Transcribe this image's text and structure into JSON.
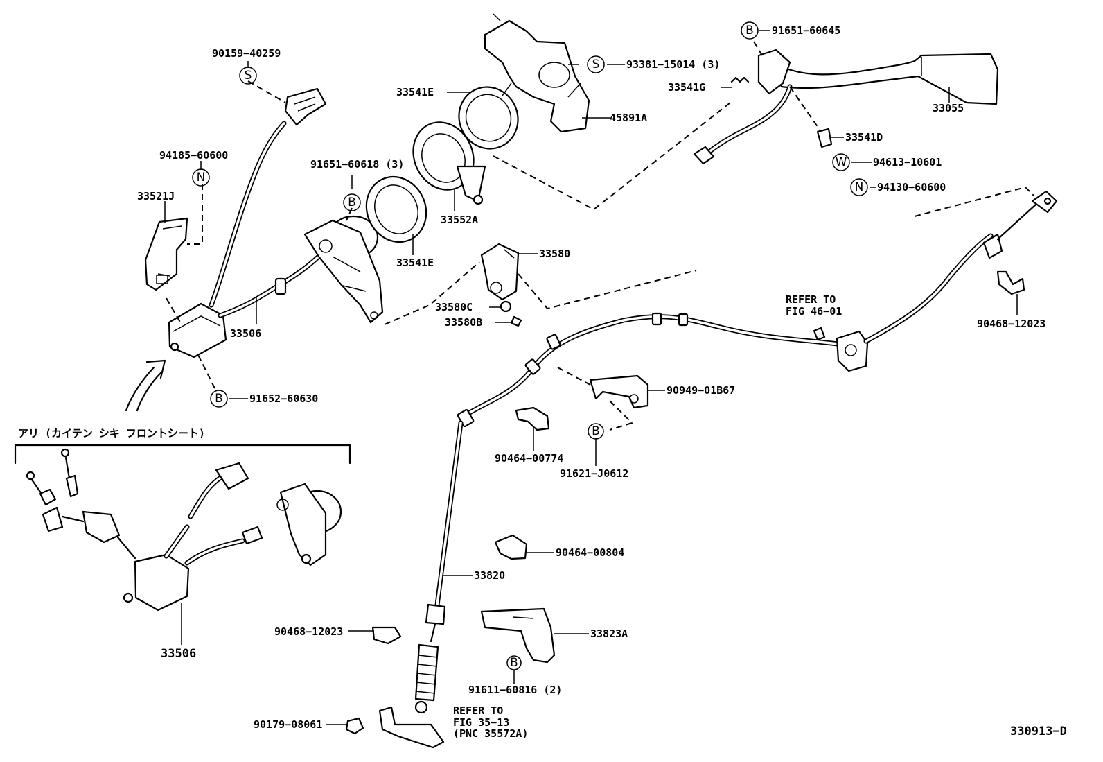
{
  "diagram": {
    "labels": {
      "p90159_40259": "90159−40259",
      "p94185_60600": "94185−60600",
      "p33521J": "33521J",
      "p33506_top": "33506",
      "p91652_60630": "91652−60630",
      "p91651_60618": "91651−60618 (3)",
      "p33541E_top": "33541E",
      "p33552A": "33552A",
      "p33541E_bot": "33541E",
      "p93381_15014": "93381−15014 (3)",
      "p45891A": "45891A",
      "p33580": "33580",
      "p33580C": "33580C",
      "p33580B": "33580B",
      "p91651_60645": "91651−60645",
      "p33541G": "33541G",
      "p33055": "33055",
      "p33541D": "33541D",
      "p94613_10601": "94613−10601",
      "p94130_60600": "94130−60600",
      "p90468_12023_right": "90468−12023",
      "p90949_01B67": "90949−01B67",
      "p90464_00774": "90464−00774",
      "p91621_J0612": "91621−J0612",
      "p90464_00804": "90464−00804",
      "p33820": "33820",
      "p90468_12023_left": "90468−12023",
      "p33823A": "33823A",
      "p91611_60816": "91611−60816 (2)",
      "p90179_08061": "90179−08061",
      "p33506_bot": "33506",
      "variant_heading": "アリ (カイテン シキ フロントシート)",
      "drawing_number": "330913−D"
    },
    "refer_notes": {
      "fig46_line1": "REFER TO",
      "fig46_line2": "FIG 46−01",
      "fig35_line1": "REFER TO",
      "fig35_line2": "FIG 35−13",
      "fig35_line3": "(PNC 35572A)"
    },
    "symbols": {
      "S": "S",
      "N": "N",
      "B": "B",
      "W": "W"
    }
  }
}
